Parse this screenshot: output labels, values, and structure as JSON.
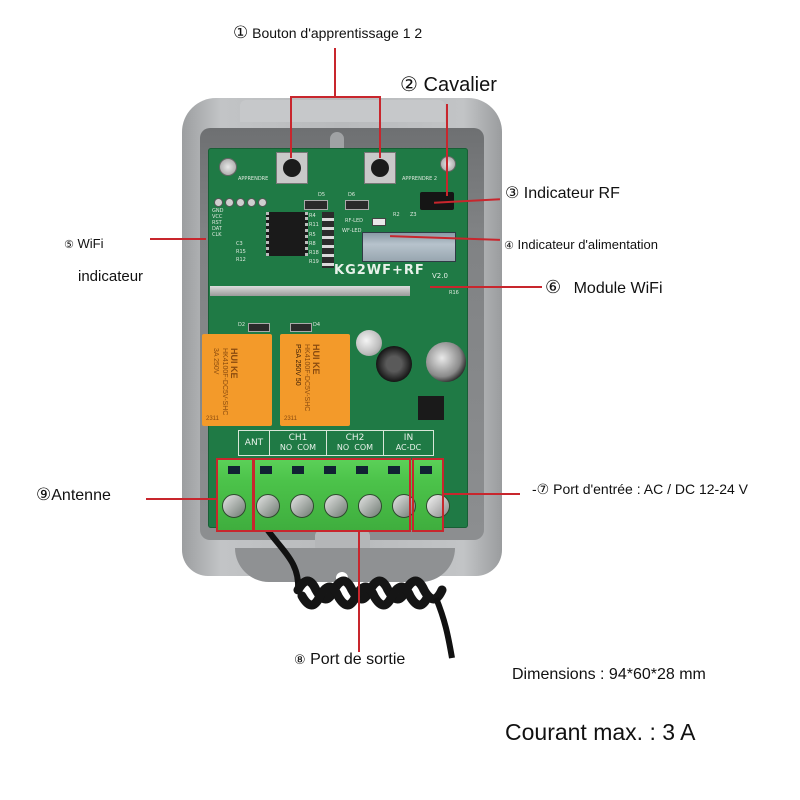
{
  "callouts": {
    "c1": {
      "num": "①",
      "text": "Bouton d'apprentissage 1 2"
    },
    "c2": {
      "num": "②",
      "text": "Cavalier"
    },
    "c3": {
      "num": "③",
      "text": "Indicateur RF"
    },
    "c4": {
      "num": "④",
      "text": "Indicateur d'alimentation"
    },
    "c5": {
      "num": "⑤",
      "text": "WiFi",
      "text2": "indicateur"
    },
    "c6": {
      "num": "⑥",
      "text": "Module WiFi"
    },
    "c7": {
      "prefix": "-",
      "num": "⑦",
      "text": "Port d'entrée : AC / DC 12-24 V"
    },
    "c8": {
      "num": "⑧",
      "text": "Port de sortie"
    },
    "c9": {
      "num": "⑨",
      "text": "Antenne"
    }
  },
  "specs": {
    "dimensions": "Dimensions : 94*60*28 mm",
    "current": "Courant max. : 3 A"
  },
  "board": {
    "model": "KG2",
    "model_suffix": "WF+RF",
    "version": "V2.0",
    "learn1": "APPRENDRE",
    "learn2": "APPRENDRE 2",
    "jumper": "Z3",
    "rf_led": "RF-LED",
    "wf_led": "WF-LED",
    "header_pins": [
      "GND",
      "VCC",
      "RST",
      "DAT",
      "CLK"
    ],
    "resistors": [
      "R4",
      "R11",
      "R5",
      "R8",
      "R18",
      "R19"
    ],
    "left_parts": [
      "C3",
      "R15",
      "R12"
    ],
    "diodes": [
      "D5",
      "D6",
      "D2",
      "D4"
    ],
    "r2": "R2",
    "r16": "R16",
    "terminal_labels": {
      "ant": "ANT",
      "ch1": "CH1",
      "ch1_sub": "NO  COM",
      "ch2": "CH2",
      "ch2_sub": "NO  COM",
      "in": "IN",
      "in_sub": "AC-DC"
    },
    "relay1": {
      "brand": "HUI KE",
      "model": "HK4100F-DC5V-SHC",
      "rating": "3A 250V",
      "date": "2311"
    },
    "relay2": {
      "brand": "HUI KE",
      "model": "HK4100F-DC5V-SHC",
      "rating": "PSA 250V 50",
      "date": "2311"
    }
  },
  "colors": {
    "accent_line": "#c8262d",
    "pcb": "#1f7a45",
    "case": "#a9abad",
    "relay": "#f39a2a",
    "terminal": "#4cc34a"
  }
}
